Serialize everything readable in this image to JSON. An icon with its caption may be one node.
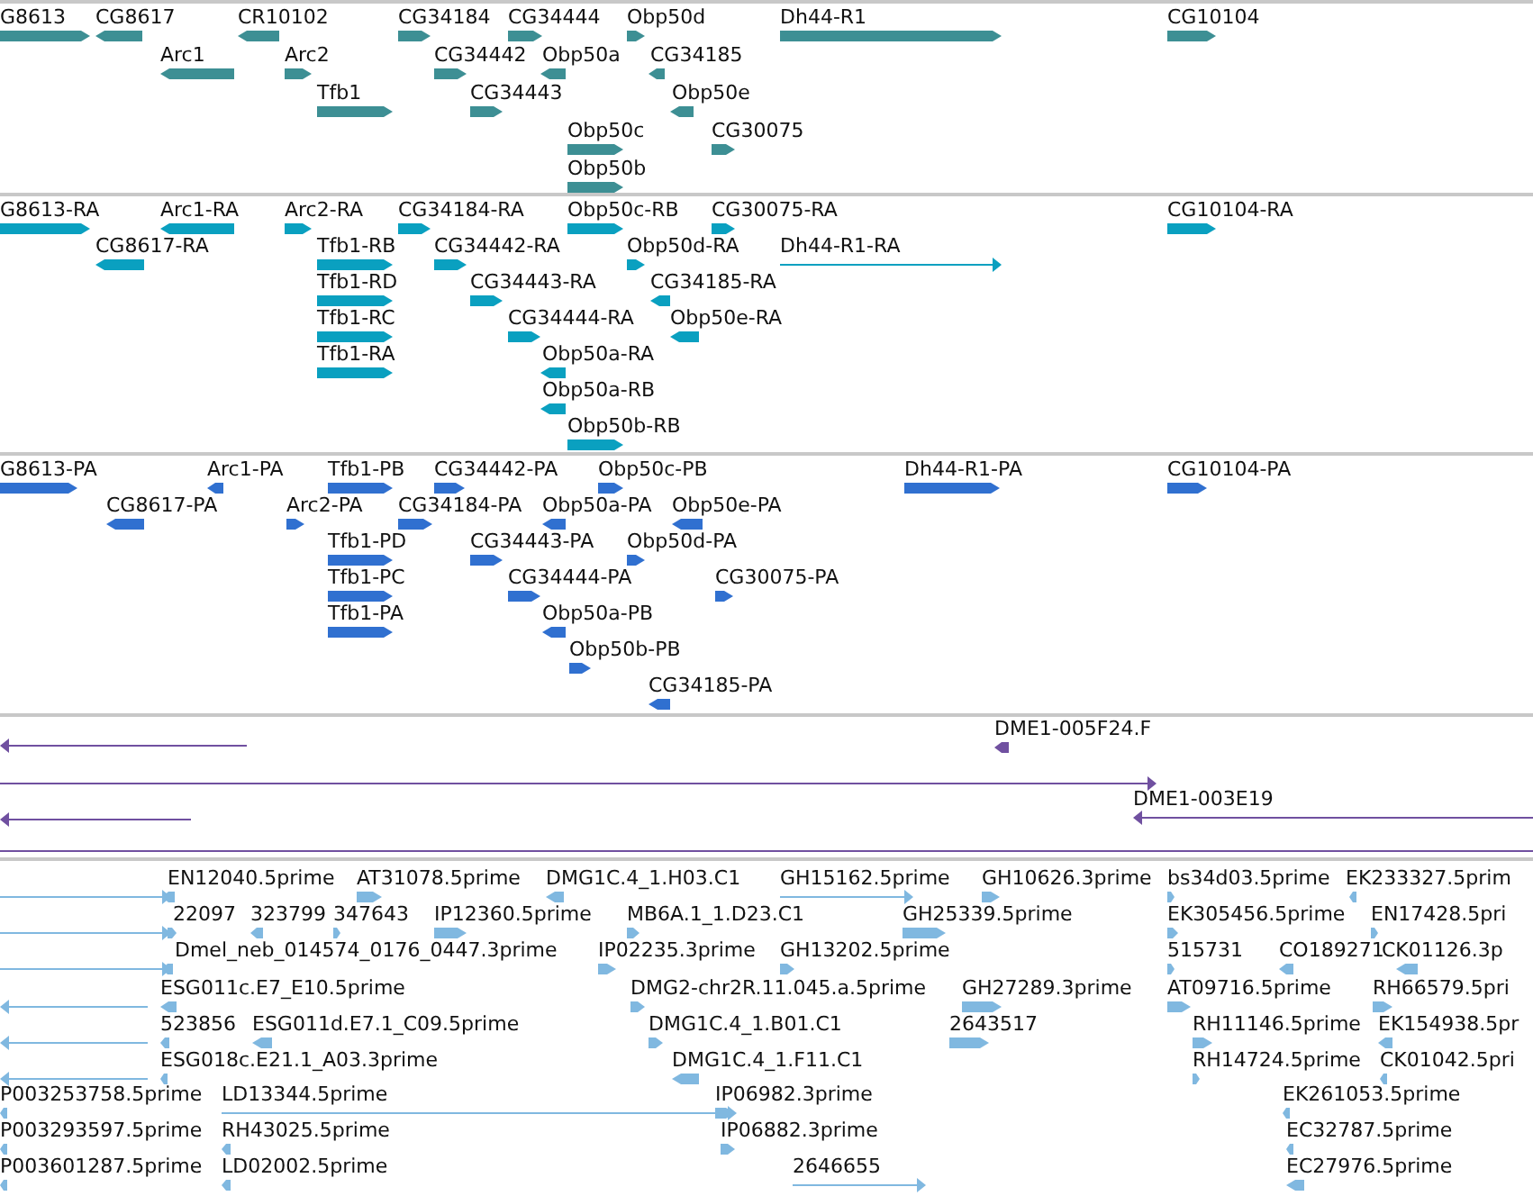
{
  "diagram": {
    "labels": [
      "G8613",
      "CG8617",
      "CR10102",
      "CG34184",
      "CG34444",
      "Obp50d",
      "Dh44-R1",
      "CG10104",
      "Arc1",
      "Arc2",
      "CG34442",
      "Obp50a",
      "CG34185",
      "Tfb1",
      "CG34443",
      "Obp50e",
      "Obp50c",
      "CG30075",
      "Obp50b",
      "G8613-RA",
      "Arc1-RA",
      "Arc2-RA",
      "CG34184-RA",
      "Obp50c-RB",
      "CG30075-RA",
      "CG10104-RA",
      "CG8617-RA",
      "Tfb1-RB",
      "CG34442-RA",
      "Obp50d-RA",
      "Dh44-R1-RA",
      "Tfb1-RD",
      "CG34443-RA",
      "CG34185-RA",
      "Tfb1-RC",
      "CG34444-RA",
      "Obp50e-RA",
      "Tfb1-RA",
      "Obp50a-RA",
      "Obp50a-RB",
      "Obp50b-RB",
      "G8613-PA",
      "Arc1-PA",
      "Tfb1-PB",
      "CG34442-PA",
      "Obp50c-PB",
      "Dh44-R1-PA",
      "CG10104-PA",
      "CG8617-PA",
      "Arc2-PA",
      "CG34184-PA",
      "Obp50a-PA",
      "Obp50e-PA",
      "Tfb1-PD",
      "CG34443-PA",
      "Obp50d-PA",
      "Tfb1-PC",
      "CG34444-PA",
      "CG30075-PA",
      "Tfb1-PA",
      "Obp50a-PB",
      "Obp50b-PB",
      "CG34185-PA",
      "DME1-005F24.F",
      "DME1-003E19",
      "EN12040.5prime",
      "AT31078.5prime",
      "DMG1C.4_1.H03.C1",
      "GH15162.5prime",
      "GH10626.3prime",
      "bs34d03.5prime",
      "EK233327.5prim",
      "22097",
      "323799",
      "347643",
      "IP12360.5prime",
      "MB6A.1_1.D23.C1",
      "GH25339.5prime",
      "EK305456.5prime",
      "EN17428.5pri",
      "Dmel_neb_014574_0176_0447.3prime",
      "IP02235.3prime",
      "GH13202.5prime",
      "515731",
      "CO189271",
      "CK01126.3p",
      "ESG011c.E7_E10.5prime",
      "DMG2-chr2R.11.045.a.5prime",
      "GH27289.3prime",
      "AT09716.5prime",
      "RH66579.5pri",
      "523856",
      "ESG011d.E7.1_C09.5prime",
      "DMG1C.4_1.B01.C1",
      "2643517",
      "RH11146.5prime",
      "EK154938.5pr",
      "ESG018c.E21.1_A03.3prime",
      "DMG1C.4_1.F11.C1",
      "RH14724.5prime",
      "CK01042.5pri",
      "P003253758.5prime",
      "LD13344.5prime",
      "IP06982.3prime",
      "EK261053.5prime",
      "P003293597.5prime",
      "RH43025.5prime",
      "IP06882.3prime",
      "EC32787.5prime",
      "P003601287.5prime",
      "LD02002.5prime",
      "2646655",
      "EC27976.5prime"
    ]
  }
}
